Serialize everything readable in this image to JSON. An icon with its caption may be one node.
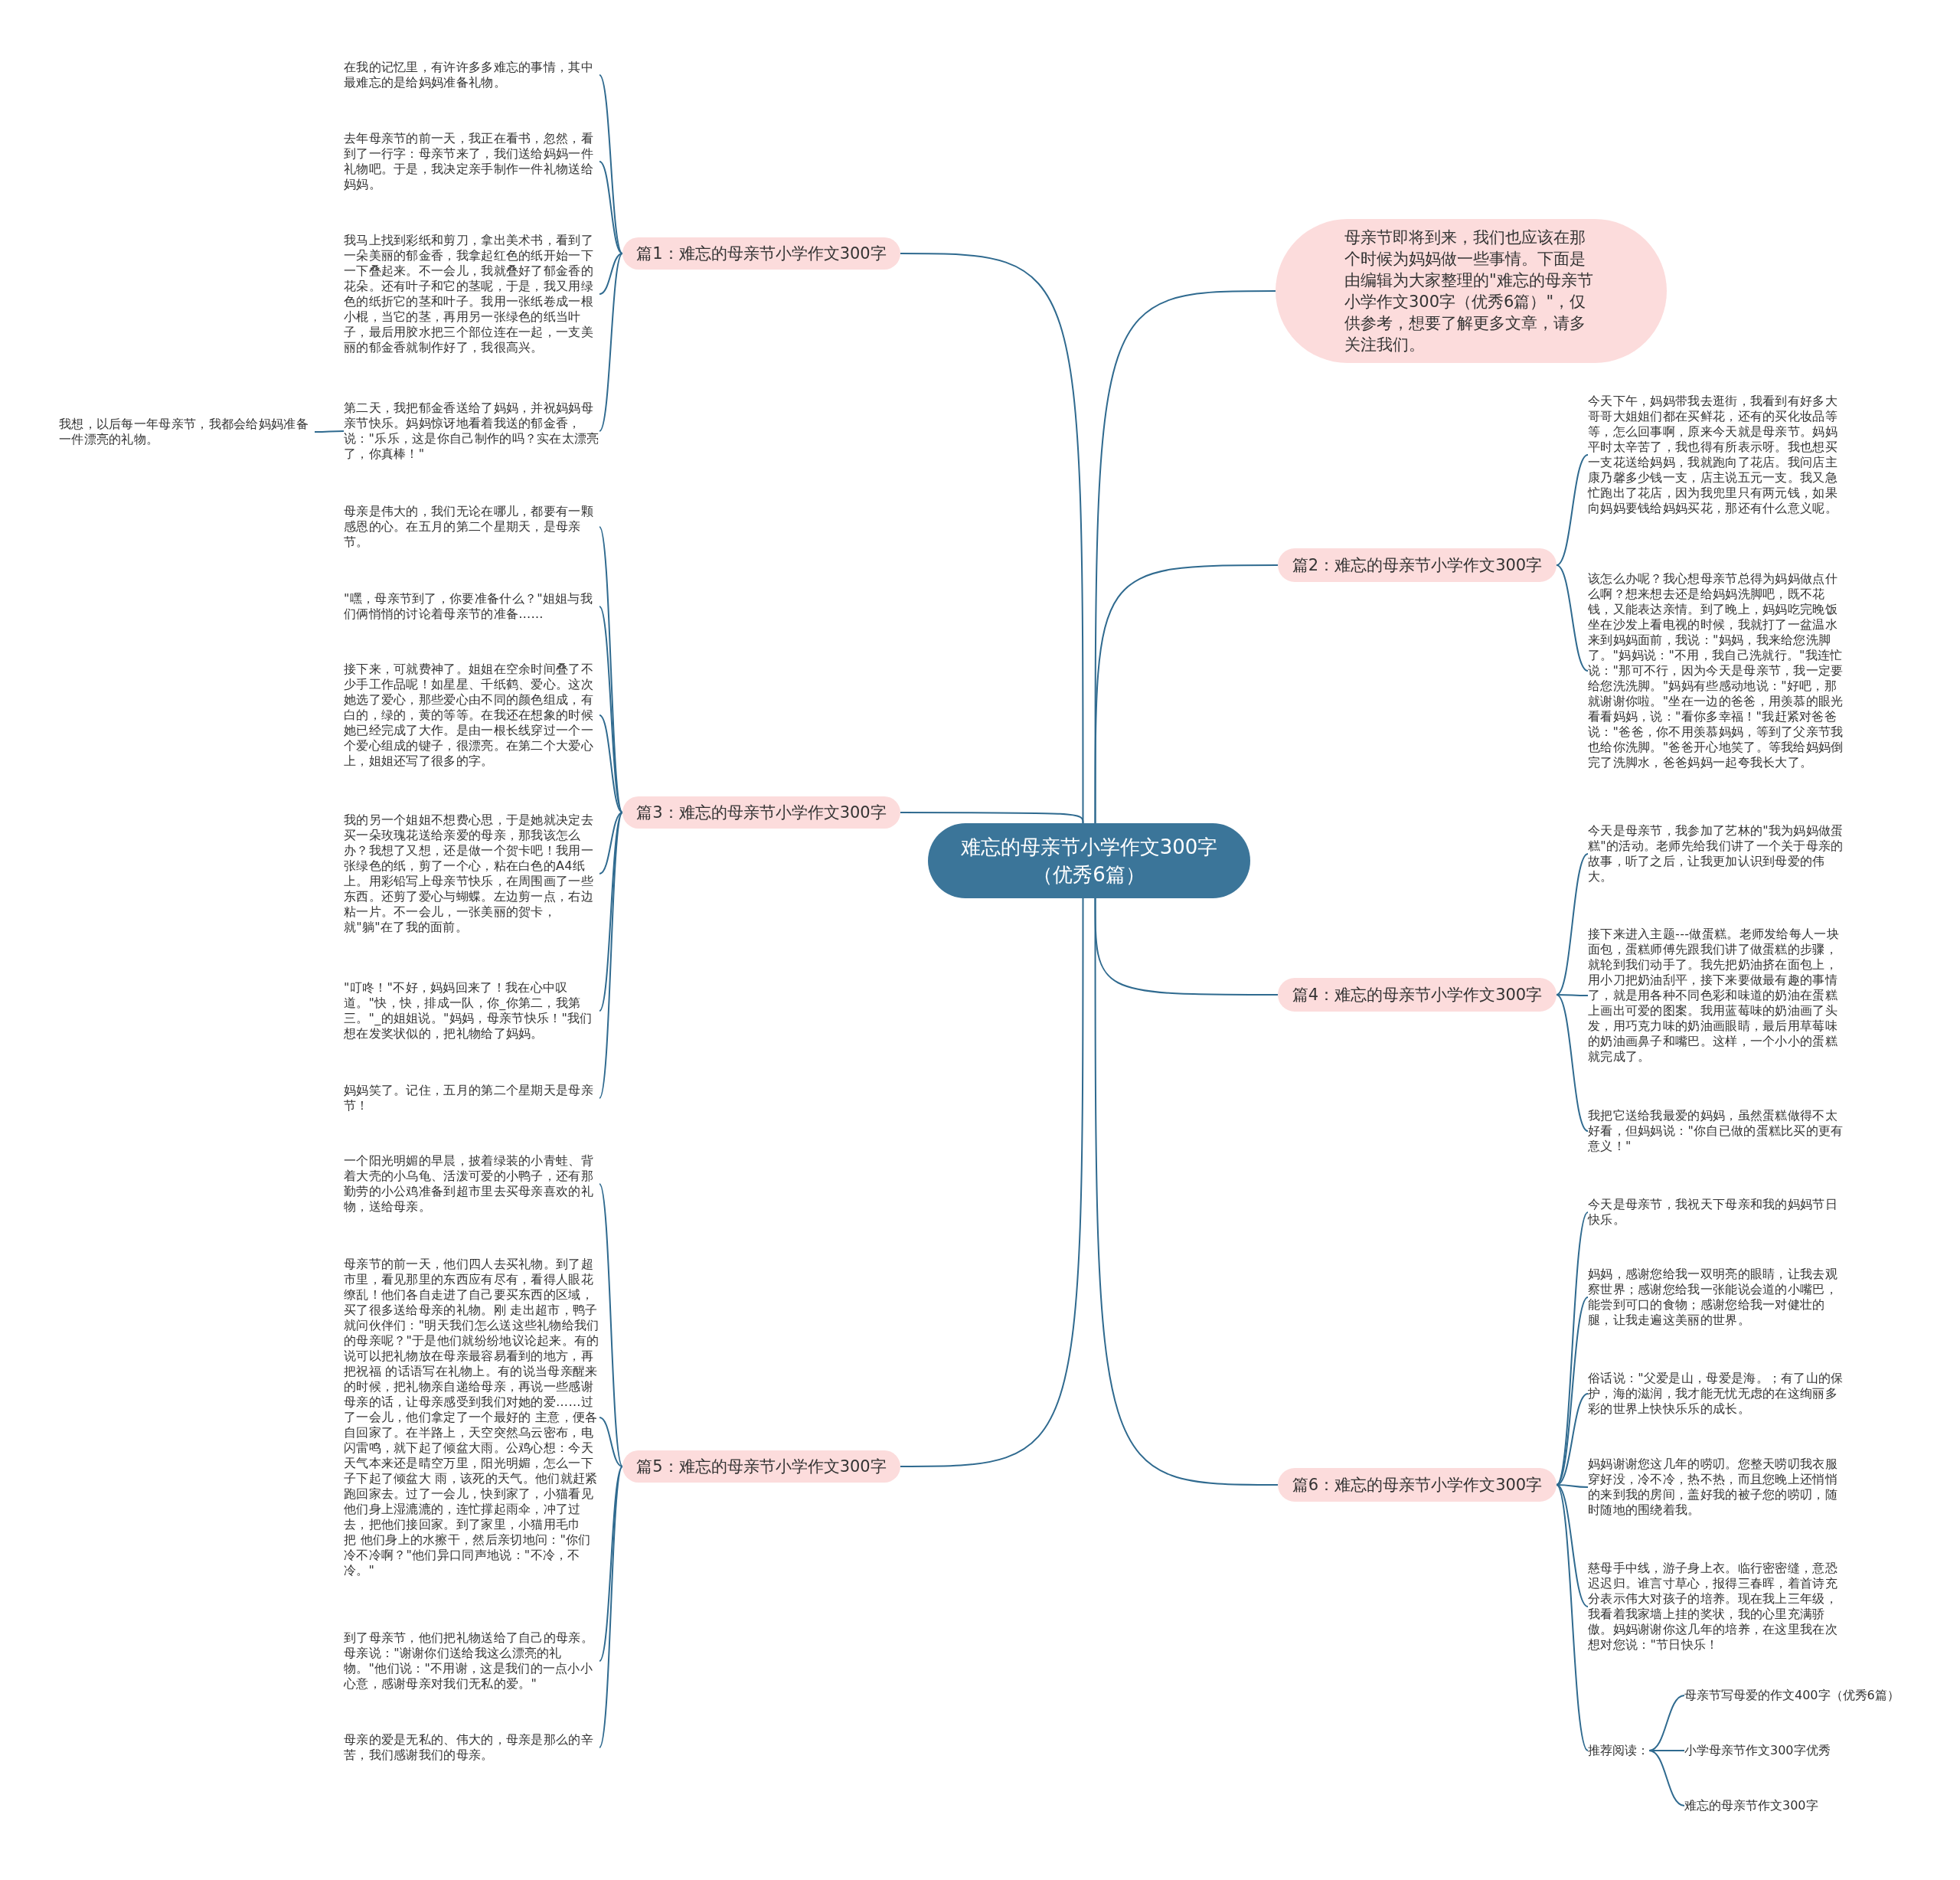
{
  "diagram": {
    "nodes": [
      {
        "text": [
          "难忘的母亲节小学作文300字（优秀6篇）"
        ]
      },
      {
        "text": [
          "篇1：难忘的母亲节小学作文300字"
        ]
      },
      {
        "text": [
          "在我的记忆里，有许许多多难忘的事情，其中最难忘的是给妈妈准备礼物。"
        ]
      },
      {
        "text": [
          "去年母亲节的前一天，我正在看书，忽然，看到了一行字：母亲节来了，我们送给妈妈一件礼物吧。于是，我决定亲手制作一件礼物送给妈妈。"
        ]
      },
      {
        "text": [
          "我马上找到彩纸和剪刀，拿出美术书，看到了一朵美丽的郁金香，我拿起红色的纸开始一下一下叠起来。不一会儿，我就叠好了郁金香的花朵。还有叶子和它的茎呢，于是，我又用绿色的纸折它的茎和叶子。我用一张纸卷成一根小棍，当它的茎，再用另一张绿色的纸当叶子，最后用胶水把三个部位连在一起，一支美丽的郁金香就制作好了，我很高兴。"
        ]
      },
      {
        "text": [
          "第二天，我把郁金香送给了妈妈，并祝妈妈母亲节快乐。妈妈惊讶地看着我送的郁金香，说：\"乐乐，这是你自己制作的吗？实在太漂亮了，你真棒！\""
        ]
      },
      {
        "text": [
          "我想，以后每一年母亲节，我都会给妈妈准备一件漂亮的礼物。"
        ]
      },
      {
        "text": [
          "篇3：难忘的母亲节小学作文300字"
        ]
      },
      {
        "text": [
          "母亲是伟大的，我们无论在哪儿，都要有一颗感恩的心。在五月的第二个星期天，是母亲节。"
        ]
      },
      {
        "text": [
          "\"嘿，母亲节到了，你要准备什么？\"姐姐与我们俩悄悄的讨论着母亲节的准备……"
        ]
      },
      {
        "text": [
          "接下来，可就费神了。姐姐在空余时间叠了不少手工作品呢！如星星、千纸鹤、爱心。这次她选了爱心，那些爱心由不同的颜色组成，有白的，绿的，黄的等等。在我还在想象的时候她已经完成了大作。是由一根长线穿过一个一个爱心组成的键子，很漂亮。在第二个大爱心上，姐姐还写了很多的字。"
        ]
      },
      {
        "text": [
          "我的另一个姐姐不想费心思，于是她就决定去买一朵玫瑰花送给亲爱的母亲，那我该怎么办？我想了又想，还是做一个贺卡吧！我用一张绿色的纸，剪了一个心，粘在白色的A4纸上。用彩铅写上母亲节快乐，在周围画了一些东西。还剪了爱心与蝴蝶。左边剪一点，右边粘一片。不一会儿，一张美丽的贺卡，就\"躺\"在了我的面前。"
        ]
      },
      {
        "text": [
          "\"叮咚！\"不好，妈妈回来了！我在心中叹道。\"快，快，排成一队，你_你第二，我第三。\"_的姐姐说。\"妈妈，母亲节快乐！\"我们想在发奖状似的，把礼物给了妈妈。"
        ]
      },
      {
        "text": [
          "妈妈笑了。记住，五月的第二个星期天是母亲节！"
        ]
      },
      {
        "text": [
          "篇5：难忘的母亲节小学作文300字"
        ]
      },
      {
        "text": [
          "一个阳光明媚的早晨，披着绿装的小青蛙、背着大壳的小乌龟、活泼可爱的小鸭子，还有那勤劳的小公鸡准备到超市里去买母亲喜欢的礼物，送给母亲。"
        ]
      },
      {
        "text": [
          "母亲节的前一天，他们四人去买礼物。到了超市里，看见那里的东西应有尽有，看得人眼花缭乱！他们各自走进了自己要买东西的区域，买了很多送给母亲的礼物。刚 走出超市，鸭子就问伙伴们：\"明天我们怎么送这些礼物给我们的母亲呢？\"于是他们就纷纷地议论起来。有的说可以把礼物放在母亲最容易看到的地方，再把祝福 的话语写在礼物上。有的说当母亲醒来的时候，把礼物亲自递给母亲，再说一些感谢母亲的话，让母亲感受到我们对她的爱……过了一会儿，他们拿定了一个最好的 主意，便各自回家了。在半路上，天空突然乌云密布，电闪雷鸣，就下起了倾盆大雨。公鸡心想：今天天气本来还是晴空万里，阳光明媚，怎么一下子下起了倾盆大 雨，该死的天气。他们就赶紧跑回家去。过了一会儿，快到家了，小猫看见他们身上湿漉漉的，连忙撑起雨伞，冲了过去，把他们接回家。到了家里，小猫用毛巾把 他们身上的水擦干，然后亲切地问：\"你们冷不冷啊？\"他们异口同声地说：\"不冷，不冷。\""
        ]
      },
      {
        "text": [
          "到了母亲节，他们把礼物送给了自己的母亲。母亲说：\"谢谢你们送给我这么漂亮的礼物。\"他们说：\"不用谢，这是我们的一点小小心意，感谢母亲对我们无私的爱。\""
        ]
      },
      {
        "text": [
          "母亲的爱是无私的、伟大的，母亲是那么的辛苦，我们感谢我们的母亲。"
        ]
      },
      {
        "text": [
          "母亲节即将到来，我们也应该在那个时候为妈妈做一些事情。下面是由编辑为大家整理的\"难忘的母亲节小学作文300字（优秀6篇）\"，仅供参考，想要了解更多文章，请多关注我们。"
        ]
      },
      {
        "text": [
          "篇2：难忘的母亲节小学作文300字"
        ]
      },
      {
        "text": [
          "今天下午，妈妈带我去逛街，我看到有好多大哥哥大姐姐们都在买鲜花，还有的买化妆品等等，怎么回事啊，原来今天就是母亲节。妈妈平时太辛苦了，我也得有所表示呀。我也想买一支花送给妈妈，我就跑向了花店。我问店主康乃馨多少钱一支，店主说五元一支。我又急忙跑出了花店，因为我兜里只有两元钱，如果向妈妈要钱给妈妈买花，那还有什么意义呢。"
        ]
      },
      {
        "text": [
          "该怎么办呢？我心想母亲节总得为妈妈做点什么啊？想来想去还是给妈妈洗脚吧，既不花钱，又能表达亲情。到了晚上，妈妈吃完晚饭坐在沙发上看电视的时候，我就打了一盆温水来到妈妈面前，我说：\"妈妈，我来给您洗脚了。\"妈妈说：\"不用，我自己洗就行。\"我连忙说：\"那可不行，因为今天是母亲节，我一定要给您洗洗脚。\"妈妈有些感动地说：\"好吧，那就谢谢你啦。\"坐在一边的爸爸，用羡慕的眼光看看妈妈，说：\"看你多幸福！\"我赶紧对爸爸说：\"爸爸，你不用羡慕妈妈，等到了父亲节我也给你洗脚。\"爸爸开心地笑了。等我给妈妈倒完了洗脚水，爸爸妈妈一起夸我长大了。"
        ]
      },
      {
        "text": [
          "篇4：难忘的母亲节小学作文300字"
        ]
      },
      {
        "text": [
          "今天是母亲节，我参加了艺林的\"我为妈妈做蛋糕\"的活动。老师先给我们讲了一个关于母亲的故事，听了之后，让我更加认识到母爱的伟大。"
        ]
      },
      {
        "text": [
          "接下来进入主题---做蛋糕。老师发给每人一块面包，蛋糕师傅先跟我们讲了做蛋糕的步骤，就轮到我们动手了。我先把奶油挤在面包上，用小刀把奶油刮平，接下来要做最有趣的事情了，就是用各种不同色彩和味道的奶油在蛋糕上画出可爱的图案。我用蓝莓味的奶油画了头发，用巧克力味的奶油画眼睛，最后用草莓味的奶油画鼻子和嘴巴。这样，一个小小的蛋糕就完成了。"
        ]
      },
      {
        "text": [
          "我把它送给我最爱的妈妈，虽然蛋糕做得不太好看，但妈妈说：\"你自已做的蛋糕比买的更有意义！\""
        ]
      },
      {
        "text": [
          "篇6：难忘的母亲节小学作文300字"
        ]
      },
      {
        "text": [
          "今天是母亲节，我祝天下母亲和我的妈妈节日快乐。"
        ]
      },
      {
        "text": [
          "妈妈，感谢您给我一双明亮的眼睛，让我去观察世界；感谢您给我一张能说会道的小嘴巴，能尝到可口的食物；感谢您给我一对健壮的腿，让我走遍这美丽的世界。"
        ]
      },
      {
        "text": [
          "俗话说：\"父爱是山，母爱是海。；有了山的保护，海的滋润，我才能无忧无虑的在这绚丽多彩的世界上快快乐乐的成长。"
        ]
      },
      {
        "text": [
          "妈妈谢谢您这几年的唠叨。您整天唠叨我衣服穿好没，冷不冷，热不热，而且您晚上还悄悄的来到我的房间，盖好我的被子您的唠叨，随时随地的围绕着我。"
        ]
      },
      {
        "text": [
          "慈母手中线，游子身上衣。临行密密缝，意恐迟迟归。谁言寸草心，报得三春晖，着首诗充分表示伟大对孩子的培养。现在我上三年级，我看着我家墙上挂的奖状，我的心里充满骄傲。妈妈谢谢你这几年的培养，在这里我在次想对您说：\"节日快乐！"
        ]
      },
      {
        "text": [
          "推荐阅读："
        ]
      },
      {
        "text": [
          "母亲节写母爱的作文400字（优秀6篇）"
        ]
      },
      {
        "text": [
          "小学母亲节作文300字优秀"
        ]
      },
      {
        "text": [
          "难忘的母亲节作文300字"
        ]
      }
    ],
    "edges": [
      {
        "from": 0,
        "to": 1,
        "arrow": "none"
      },
      {
        "from": 0,
        "to": 7,
        "arrow": "none"
      },
      {
        "from": 0,
        "to": 14,
        "arrow": "none"
      },
      {
        "from": 0,
        "to": 19,
        "arrow": "none"
      },
      {
        "from": 0,
        "to": 20,
        "arrow": "none"
      },
      {
        "from": 0,
        "to": 23,
        "arrow": "none"
      },
      {
        "from": 0,
        "to": 27,
        "arrow": "none"
      },
      {
        "from": 1,
        "to": 2,
        "arrow": "none"
      },
      {
        "from": 1,
        "to": 3,
        "arrow": "none"
      },
      {
        "from": 1,
        "to": 4,
        "arrow": "none"
      },
      {
        "from": 1,
        "to": 5,
        "arrow": "none"
      },
      {
        "from": 5,
        "to": 6,
        "arrow": "none"
      },
      {
        "from": 7,
        "to": 8,
        "arrow": "none"
      },
      {
        "from": 7,
        "to": 9,
        "arrow": "none"
      },
      {
        "from": 7,
        "to": 10,
        "arrow": "none"
      },
      {
        "from": 7,
        "to": 11,
        "arrow": "none"
      },
      {
        "from": 7,
        "to": 12,
        "arrow": "none"
      },
      {
        "from": 7,
        "to": 13,
        "arrow": "none"
      },
      {
        "from": 14,
        "to": 15,
        "arrow": "none"
      },
      {
        "from": 14,
        "to": 16,
        "arrow": "none"
      },
      {
        "from": 14,
        "to": 17,
        "arrow": "none"
      },
      {
        "from": 14,
        "to": 18,
        "arrow": "none"
      },
      {
        "from": 20,
        "to": 21,
        "arrow": "none"
      },
      {
        "from": 20,
        "to": 22,
        "arrow": "none"
      },
      {
        "from": 23,
        "to": 24,
        "arrow": "none"
      },
      {
        "from": 23,
        "to": 25,
        "arrow": "none"
      },
      {
        "from": 23,
        "to": 26,
        "arrow": "none"
      },
      {
        "from": 27,
        "to": 28,
        "arrow": "none"
      },
      {
        "from": 27,
        "to": 29,
        "arrow": "none"
      },
      {
        "from": 27,
        "to": 30,
        "arrow": "none"
      },
      {
        "from": 27,
        "to": 31,
        "arrow": "none"
      },
      {
        "from": 27,
        "to": 32,
        "arrow": "none"
      },
      {
        "from": 27,
        "to": 33,
        "arrow": "none"
      },
      {
        "from": 33,
        "to": 34,
        "arrow": "none"
      },
      {
        "from": 33,
        "to": 35,
        "arrow": "none"
      },
      {
        "from": 33,
        "to": 36,
        "arrow": "none"
      }
    ]
  }
}
